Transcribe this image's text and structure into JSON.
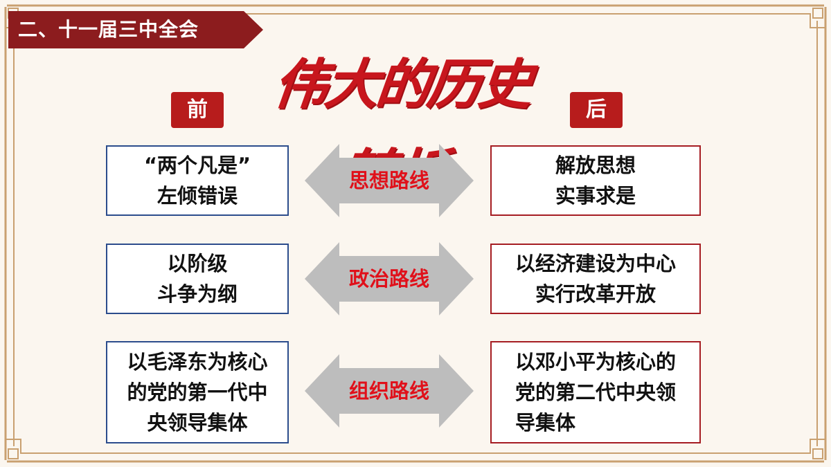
{
  "header": {
    "section_label": "二、十一届三中全会"
  },
  "title": {
    "main": "伟大的历史转折"
  },
  "badges": {
    "before": "前",
    "after": "后"
  },
  "rows": [
    {
      "left": "“两个凡是”\n左倾错误",
      "route": "思想路线",
      "right": "解放思想\n实事求是"
    },
    {
      "left": "以阶级\n斗争为纲",
      "route": "政治路线",
      "right": "以经济建设为中心\n实行改革开放"
    },
    {
      "left": "以毛泽东为核心\n的党的第一代中\n央领导集体",
      "route": "组织路线",
      "right": "以邓小平为核心的\n党的第二代中央领\n导集体"
    }
  ],
  "colors": {
    "header_bg": "#8c1c1e",
    "title_red": "#c8161d",
    "badge_red": "#b71c1c",
    "left_border": "#2b4c8c",
    "right_border": "#a51c22",
    "route_text": "#e0101a",
    "arrow_gray": "#bdbdbd",
    "frame_gold": "#c9a070"
  }
}
